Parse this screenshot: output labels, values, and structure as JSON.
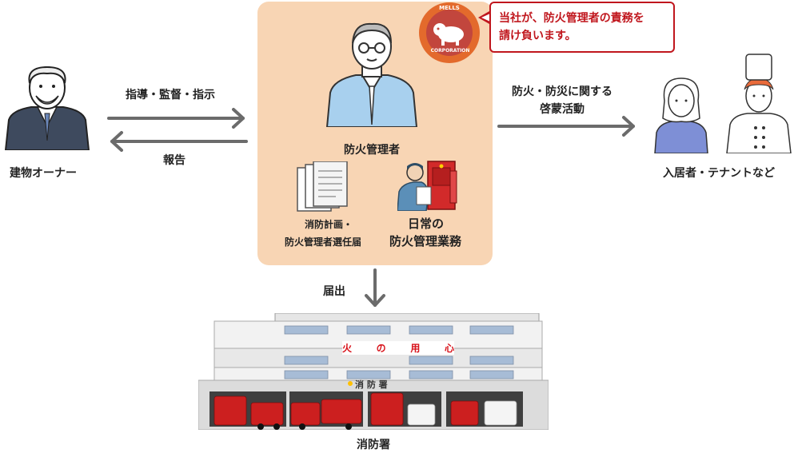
{
  "owner": {
    "label": "建物オーナー"
  },
  "instruction": {
    "label": "指導・監督・指示"
  },
  "report": {
    "label": "報告"
  },
  "manager": {
    "label": "防火管理者"
  },
  "plan": {
    "line1": "消防計画・",
    "line2": "防火管理者選任届"
  },
  "daily": {
    "line1": "日常の",
    "line2": "防火管理業務"
  },
  "callout": {
    "line1": "当社が、防火管理者の責務を",
    "line2": "請け負います。"
  },
  "logo": {
    "top": "MELLS",
    "bottom": "CORPORATION"
  },
  "activity": {
    "line1": "防火・防災に関する",
    "line2": "啓蒙活動"
  },
  "tenants": {
    "label": "入居者・テナントなど"
  },
  "notification": {
    "label": "届出"
  },
  "station": {
    "label": "消防署",
    "banner": [
      "火",
      "の",
      "用",
      "心"
    ],
    "sign": "消 防 署"
  },
  "colors": {
    "panel": "#f8d5b4",
    "accent_red": "#c0161d",
    "arrow": "#6b6b6b"
  }
}
